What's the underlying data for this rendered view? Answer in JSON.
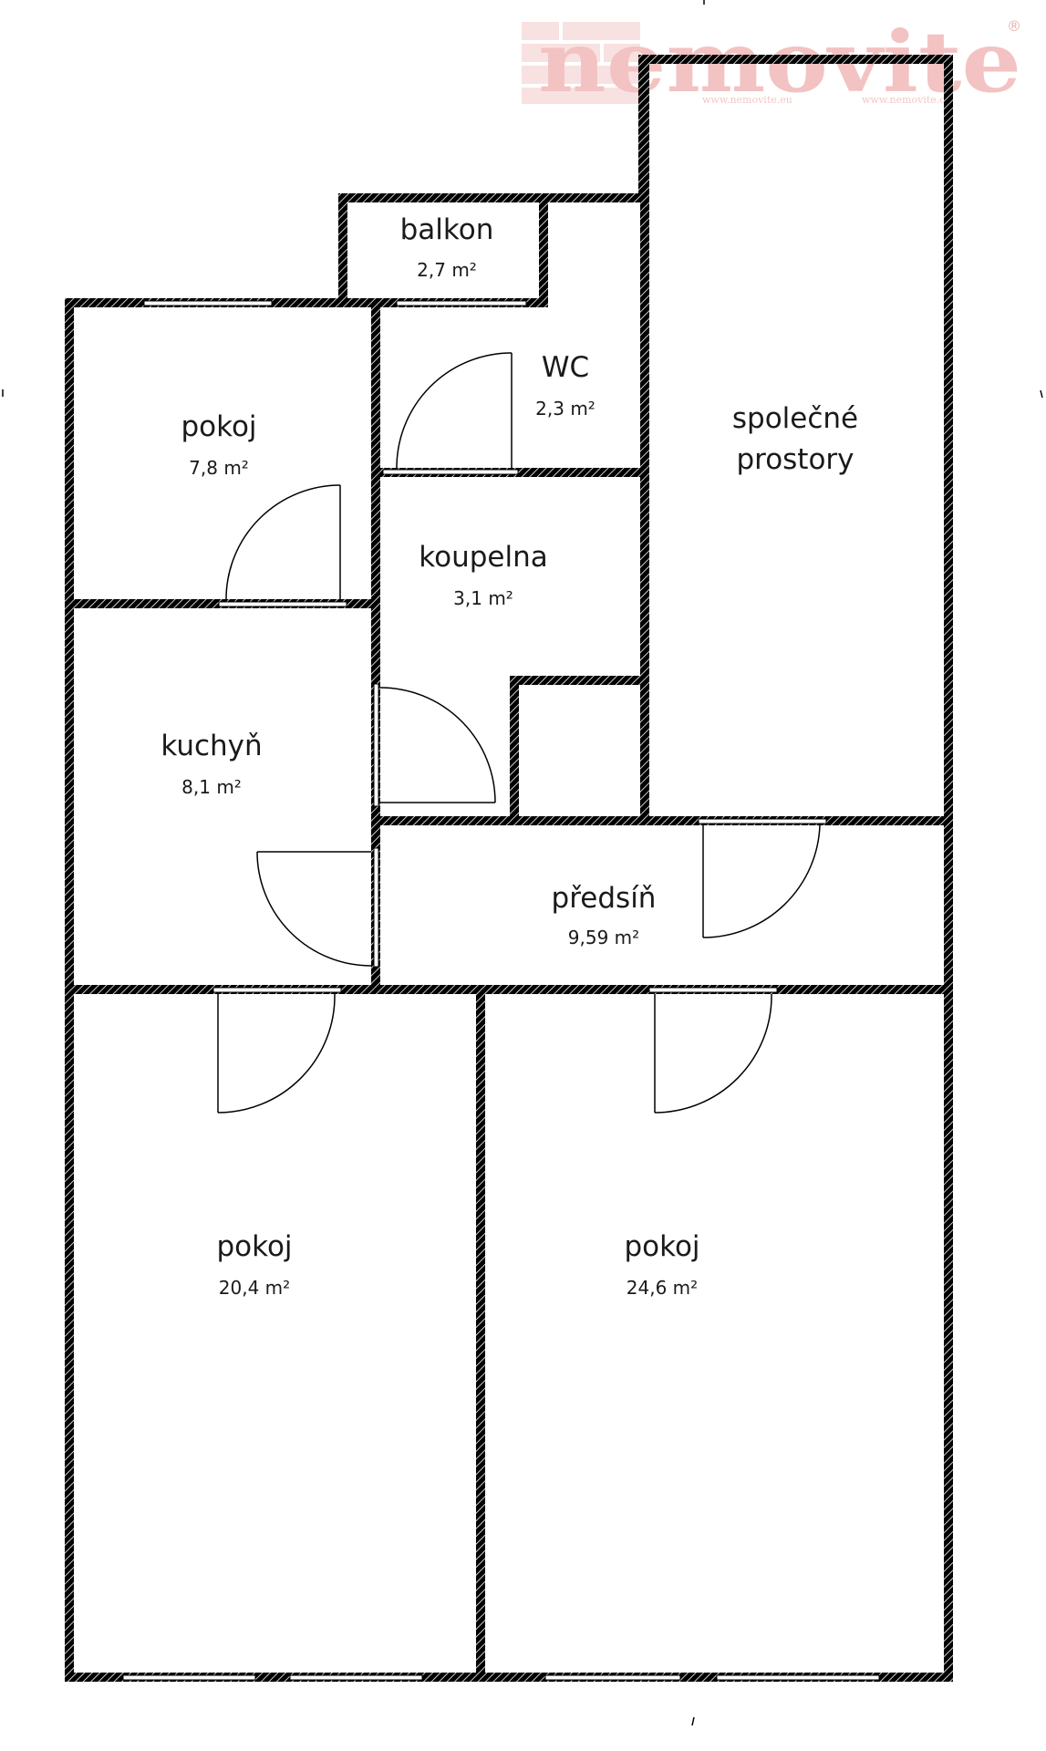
{
  "watermark": {
    "logo": "nemovite",
    "registered": "®",
    "url_left": "www.nemovite.eu",
    "url_right": "www.nemovite.cz"
  },
  "rooms": {
    "balkon": {
      "name": "balkon",
      "area": "2,7 m²"
    },
    "wc": {
      "name": "WC",
      "area": "2,3 m²"
    },
    "pokoj_small": {
      "name": "pokoj",
      "area": "7,8 m²"
    },
    "spolecne": {
      "name_line1": "společné",
      "name_line2": "prostory"
    },
    "koupelna": {
      "name": "koupelna",
      "area": "3,1 m²"
    },
    "kuchyn": {
      "name": "kuchyň",
      "area": "8,1 m²"
    },
    "predsin": {
      "name": "předsíň",
      "area": "9,59 m²"
    },
    "pokoj_left": {
      "name": "pokoj",
      "area": "20,4 m²"
    },
    "pokoj_right": {
      "name": "pokoj",
      "area": "24,6 m²"
    }
  }
}
